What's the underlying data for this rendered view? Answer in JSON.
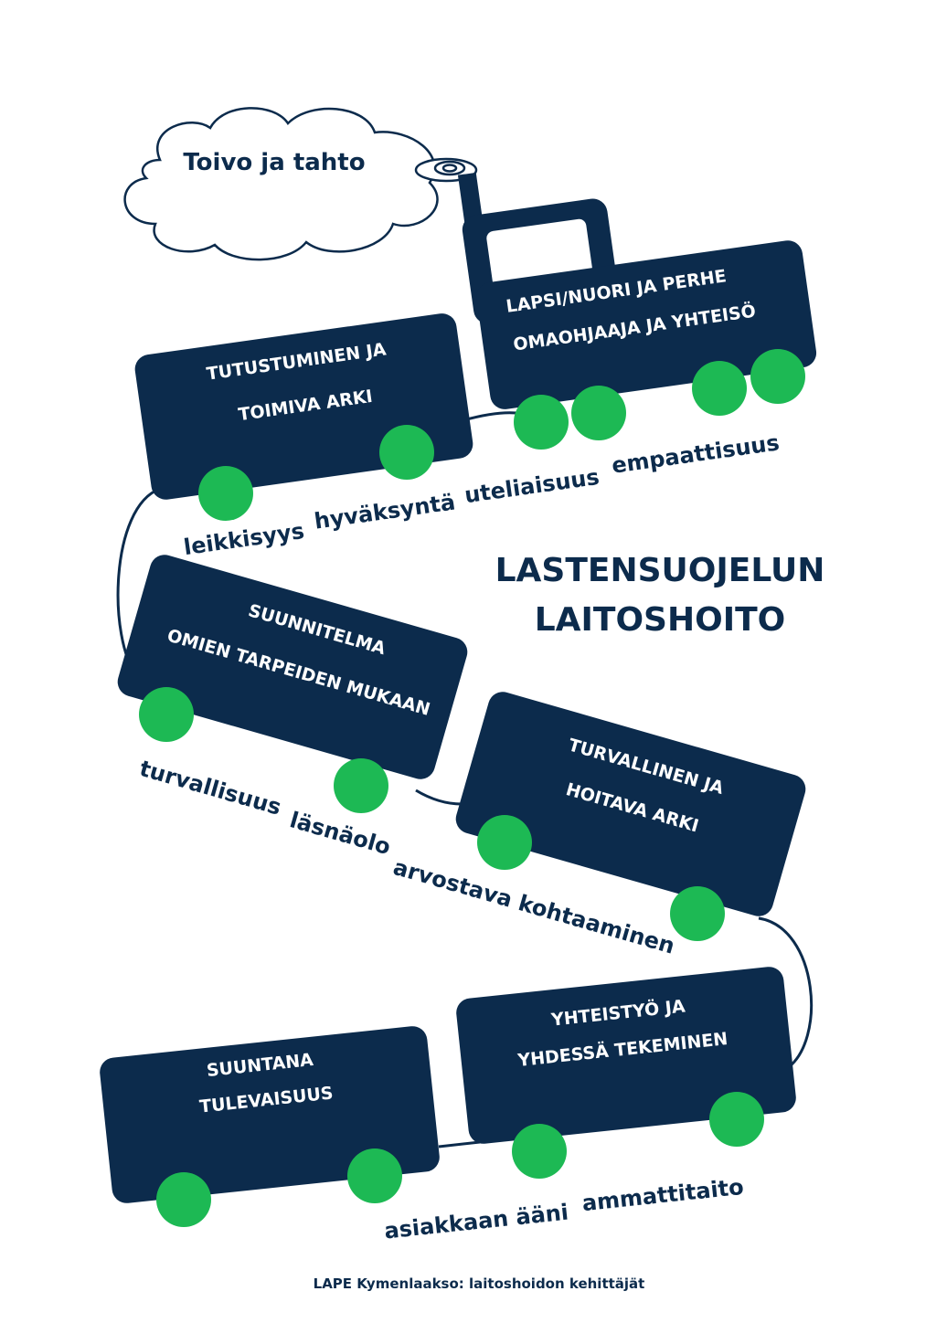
{
  "title_lines": [
    "LASTENSUOJELUN",
    "LAITOSHOITO"
  ],
  "cloud_text": "Toivo ja tahto",
  "cars": {
    "locomotive": [
      "LAPSI/NUORI JA  PERHE",
      "OMAOHJAAJA JA YHTEISÖ"
    ],
    "car1": [
      "TUTUSTUMINEN JA",
      "TOIMIVA ARKI"
    ],
    "car2": [
      "SUUNNITELMA",
      "OMIEN TARPEIDEN MUKAAN"
    ],
    "car3": [
      "TURVALLINEN JA",
      "HOITAVA ARKI"
    ],
    "car4": [
      "YHTEISTYÖ  JA",
      "YHDESSÄ TEKEMINEN"
    ],
    "car5": [
      "SUUNTANA",
      "TULEVAISUUS"
    ]
  },
  "values": {
    "empaattisuus": "empaattisuus",
    "uteliaisuus": "uteliaisuus",
    "hyvaksynta": "hyväksyntä",
    "leikkisyys": "leikkisyys",
    "turvallisuus": "turvallisuus",
    "lasnaolo": "läsnäolo",
    "arvostava": "arvostava kohtaaminen",
    "ammattitaito": "ammattitaito",
    "asiakkaan": "asiakkaan ääni"
  },
  "footer": "LAPE Kymenlaakso: laitoshoidon kehittäjät",
  "colors": {
    "navy": "#0c2b4c",
    "green": "#1db954"
  }
}
